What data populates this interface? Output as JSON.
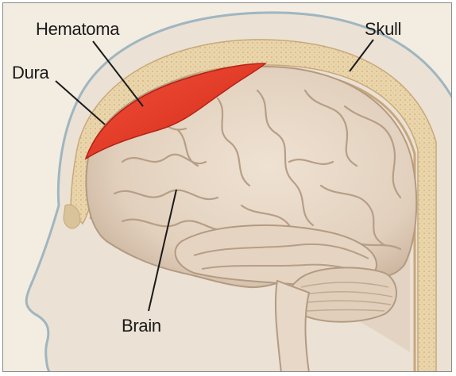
{
  "labels": {
    "hematoma": "Hematoma",
    "dura": "Dura",
    "skull": "Skull",
    "brain": "Brain"
  },
  "colors": {
    "background": "#f3ece1",
    "skin": "#e9ddd0",
    "outline": "#a9bcc4",
    "skull": "#e9d3a9",
    "brain": "#e6d6c6",
    "hematoma": "#e23a25",
    "leader": "#1a1a1a"
  }
}
